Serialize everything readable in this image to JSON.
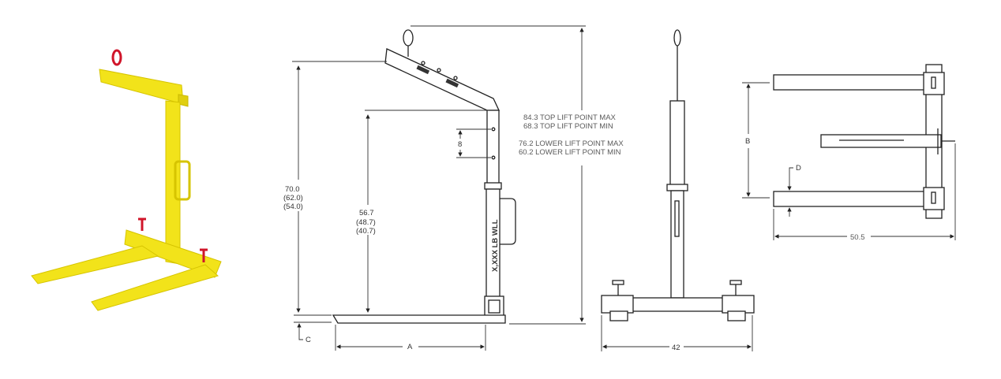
{
  "colors": {
    "product_yellow": "#f2e31a",
    "shackle_red": "#d0152a",
    "line": "#222222"
  },
  "side_view": {
    "overall_height": [
      "70.0",
      "(62.0)",
      "(54.0)"
    ],
    "fork_height": [
      "56.7",
      "(48.7)",
      "(40.7)"
    ],
    "hole_spacing": "8",
    "lift_points": [
      "84.3 TOP LIFT POINT MAX",
      "68.3 TOP LIFT POINT MIN",
      "76.2 LOWER LIFT POINT MAX",
      "60.2 LOWER LIFT POINT MIN"
    ],
    "column_label": "X,XXX LB WLL",
    "dim_a": "A",
    "dim_c": "C"
  },
  "front_view": {
    "width": "42"
  },
  "top_view": {
    "dim_b": "B",
    "dim_d": "D",
    "length": "50.5"
  }
}
